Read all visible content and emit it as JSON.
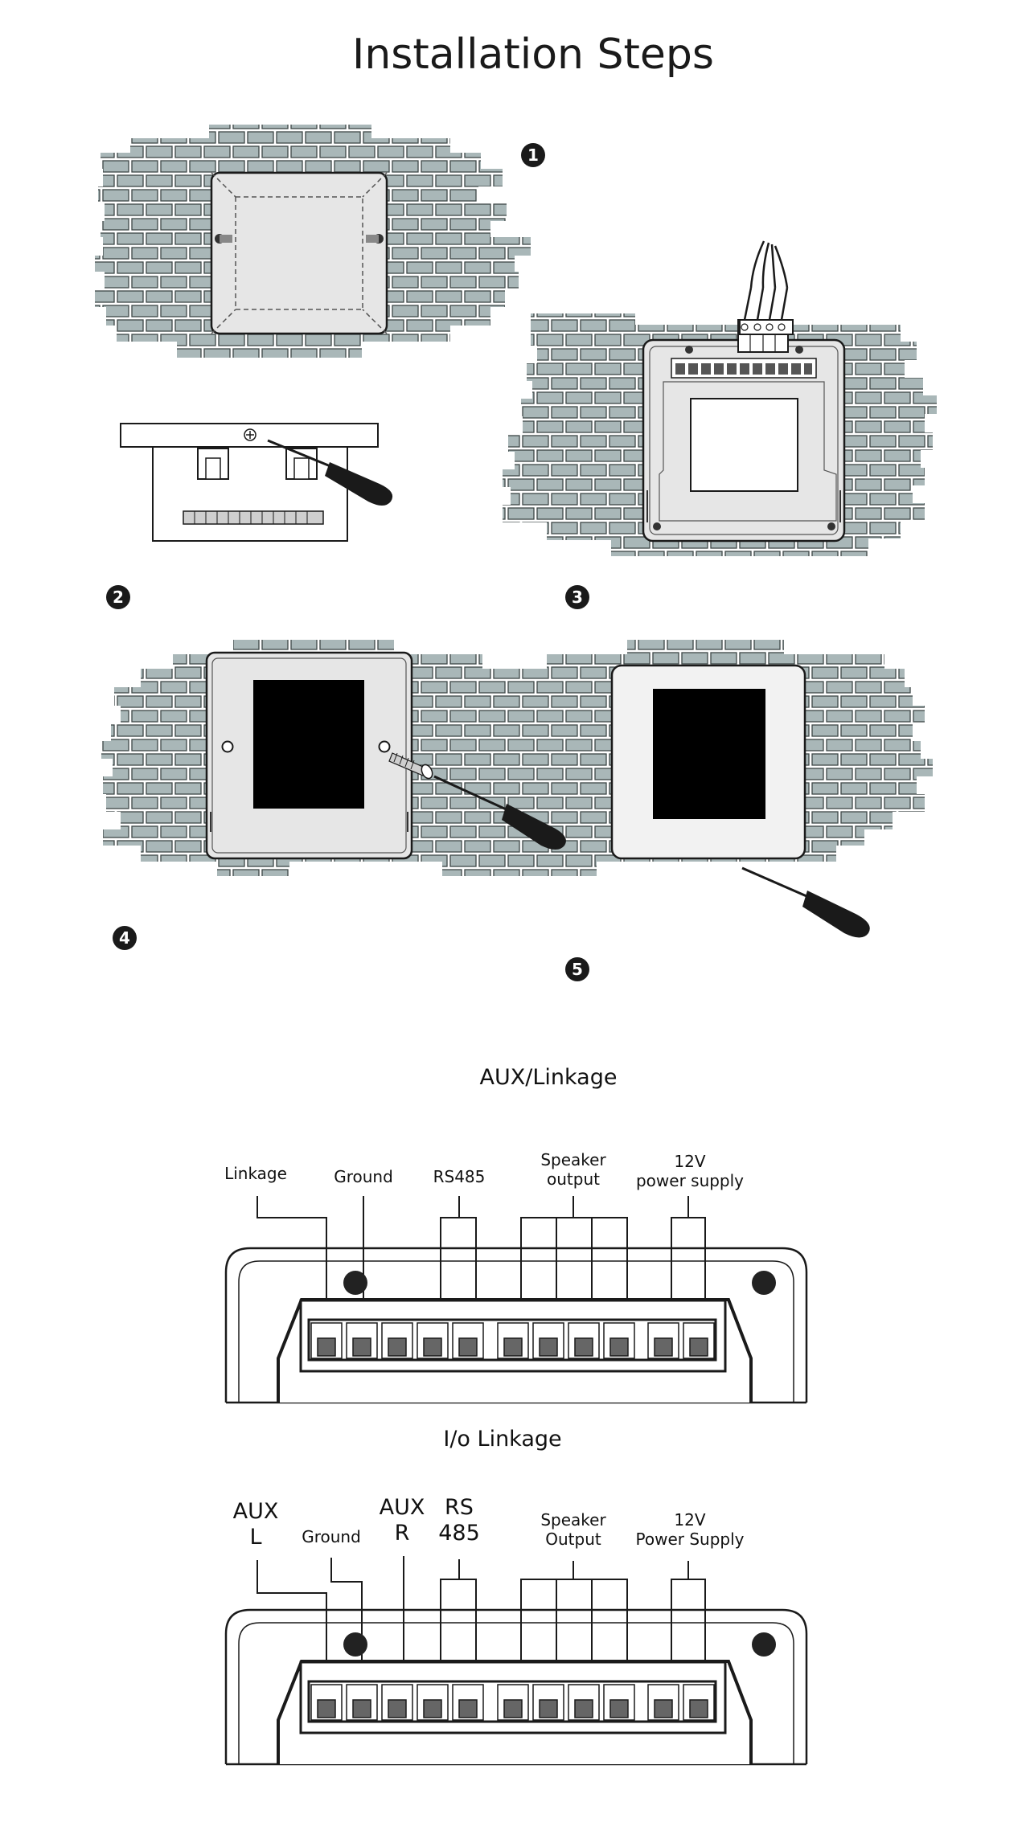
{
  "title": "Installation Steps",
  "steps": [
    "1",
    "2",
    "3",
    "4",
    "5"
  ],
  "colors": {
    "brick_fill": "#a9b7b8",
    "brick_stroke": "#3d4646",
    "panel_fill": "#e6e6e6",
    "outline": "#1a1a1a",
    "screen": "#000000",
    "connector_fill": "#8a8a8a"
  },
  "diagram_aux": {
    "title": "AUX/Linkage",
    "labels": {
      "linkage": "Linkage",
      "ground": "Ground",
      "rs485": "RS485",
      "speaker_line1": "Speaker",
      "speaker_line2": "output",
      "power_line1": "12V",
      "power_line2": "power supply"
    }
  },
  "diagram_io": {
    "title": "I/o Linkage",
    "labels": {
      "aux_l_line1": "AUX",
      "aux_l_line2": "L",
      "ground": "Ground",
      "aux_r_line1": "AUX",
      "aux_r_line2": "R",
      "rs_line1": "RS",
      "rs_line2": "485",
      "speaker_line1": "Speaker",
      "speaker_line2": "Output",
      "power_line1": "12V",
      "power_line2": "Power Supply"
    }
  }
}
